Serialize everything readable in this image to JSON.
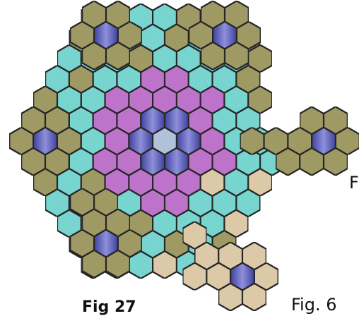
{
  "labels": {
    "fig27": "Fig 27",
    "fig6": "Fig. 6",
    "f_partial": "F"
  },
  "colors": {
    "olive": "#a8a36a",
    "cyan": "#7fe0da",
    "magenta": "#c87ad6",
    "blue": "#6466c4",
    "pale": "#b9cde6",
    "sand": "#e8d4b0",
    "stroke": "#2b2b2b"
  },
  "patterns": [
    {
      "name": "main-rosette",
      "tiles": [
        {
          "q": 0,
          "r": 0,
          "t": "pale"
        },
        {
          "q": 1,
          "r": 0,
          "t": "blue"
        },
        {
          "q": 1,
          "r": -1,
          "t": "blue"
        },
        {
          "q": 0,
          "r": -1,
          "t": "blue"
        },
        {
          "q": -1,
          "r": 0,
          "t": "blue"
        },
        {
          "q": -1,
          "r": 1,
          "t": "blue"
        },
        {
          "q": 0,
          "r": 1,
          "t": "blue"
        },
        {
          "q": 2,
          "r": 0,
          "t": "magenta"
        },
        {
          "q": 2,
          "r": -1,
          "t": "magenta"
        },
        {
          "q": 2,
          "r": -2,
          "t": "magenta"
        },
        {
          "q": 1,
          "r": -2,
          "t": "magenta"
        },
        {
          "q": 0,
          "r": -2,
          "t": "magenta"
        },
        {
          "q": -1,
          "r": -1,
          "t": "magenta"
        },
        {
          "q": -2,
          "r": 0,
          "t": "magenta"
        },
        {
          "q": -2,
          "r": 1,
          "t": "magenta"
        },
        {
          "q": -2,
          "r": 2,
          "t": "magenta"
        },
        {
          "q": -1,
          "r": 2,
          "t": "magenta"
        },
        {
          "q": 0,
          "r": 2,
          "t": "magenta"
        },
        {
          "q": 1,
          "r": 1,
          "t": "magenta"
        },
        {
          "q": 3,
          "r": 0,
          "t": "cyan"
        },
        {
          "q": 3,
          "r": -1,
          "t": "cyan"
        },
        {
          "q": 3,
          "r": -2,
          "t": "magenta"
        },
        {
          "q": 3,
          "r": -3,
          "t": "cyan"
        },
        {
          "q": 2,
          "r": -3,
          "t": "magenta"
        },
        {
          "q": 1,
          "r": -3,
          "t": "magenta"
        },
        {
          "q": 0,
          "r": -3,
          "t": "cyan"
        },
        {
          "q": -1,
          "r": -2,
          "t": "magenta"
        },
        {
          "q": -2,
          "r": -1,
          "t": "magenta"
        },
        {
          "q": -3,
          "r": 0,
          "t": "cyan"
        },
        {
          "q": -3,
          "r": 1,
          "t": "magenta"
        },
        {
          "q": -3,
          "r": 2,
          "t": "magenta"
        },
        {
          "q": -3,
          "r": 3,
          "t": "cyan"
        },
        {
          "q": -2,
          "r": 3,
          "t": "magenta"
        },
        {
          "q": -1,
          "r": 3,
          "t": "magenta"
        },
        {
          "q": 0,
          "r": 3,
          "t": "cyan"
        },
        {
          "q": 1,
          "r": 2,
          "t": "sand"
        },
        {
          "q": 2,
          "r": 1,
          "t": "magenta"
        },
        {
          "q": 4,
          "r": 0,
          "t": "cyan"
        },
        {
          "q": 4,
          "r": -1,
          "t": "cyan"
        },
        {
          "q": 4,
          "r": -2,
          "t": "cyan"
        },
        {
          "q": 4,
          "r": -3,
          "t": "cyan"
        },
        {
          "q": 4,
          "r": -4,
          "t": "cyan"
        },
        {
          "q": 3,
          "r": -4,
          "t": "cyan"
        },
        {
          "q": 2,
          "r": -4,
          "t": "cyan"
        },
        {
          "q": 1,
          "r": -4,
          "t": "olive"
        },
        {
          "q": 0,
          "r": -4,
          "t": "cyan"
        },
        {
          "q": -1,
          "r": -3,
          "t": "cyan"
        },
        {
          "q": -2,
          "r": -2,
          "t": "cyan"
        },
        {
          "q": -3,
          "r": -1,
          "t": "cyan"
        },
        {
          "q": -4,
          "r": 0,
          "t": "cyan"
        },
        {
          "q": -4,
          "r": 1,
          "t": "cyan"
        },
        {
          "q": -4,
          "r": 2,
          "t": "olive"
        },
        {
          "q": -4,
          "r": 3,
          "t": "cyan"
        },
        {
          "q": -4,
          "r": 4,
          "t": "cyan"
        },
        {
          "q": -3,
          "r": 4,
          "t": "olive"
        },
        {
          "q": -2,
          "r": 4,
          "t": "cyan"
        },
        {
          "q": -1,
          "r": 4,
          "t": "cyan"
        },
        {
          "q": 0,
          "r": 4,
          "t": "cyan"
        },
        {
          "q": 1,
          "r": 3,
          "t": "cyan"
        },
        {
          "q": 2,
          "r": 2,
          "t": "cyan"
        },
        {
          "q": 3,
          "r": 1,
          "t": "cyan"
        },
        {
          "q": 5,
          "r": -2,
          "t": "olive"
        },
        {
          "q": 5,
          "r": -3,
          "t": "olive"
        },
        {
          "q": 5,
          "r": -4,
          "t": "cyan"
        },
        {
          "q": 5,
          "r": -5,
          "t": "olive"
        },
        {
          "q": 4,
          "r": -5,
          "t": "cyan"
        },
        {
          "q": 3,
          "r": -5,
          "t": "olive"
        },
        {
          "q": 2,
          "r": -5,
          "t": "cyan"
        },
        {
          "q": 1,
          "r": -5,
          "t": "cyan"
        },
        {
          "q": 0,
          "r": -5,
          "t": "olive"
        },
        {
          "q": -1,
          "r": -4,
          "t": "cyan"
        },
        {
          "q": -2,
          "r": -3,
          "t": "olive"
        },
        {
          "q": -3,
          "r": -2,
          "t": "cyan"
        },
        {
          "q": -4,
          "r": -1,
          "t": "cyan"
        },
        {
          "q": -5,
          "r": 0,
          "t": "olive"
        },
        {
          "q": -5,
          "r": 1,
          "t": "cyan"
        },
        {
          "q": -5,
          "r": 2,
          "t": "cyan"
        },
        {
          "q": -5,
          "r": 3,
          "t": "cyan"
        },
        {
          "q": -5,
          "r": 4,
          "t": "cyan"
        },
        {
          "q": -5,
          "r": 5,
          "t": "olive"
        },
        {
          "q": -4,
          "r": 5,
          "t": "olive"
        },
        {
          "q": -3,
          "r": 5,
          "t": "cyan"
        },
        {
          "q": -2,
          "r": 5,
          "t": "olive"
        },
        {
          "q": -1,
          "r": 5,
          "t": "cyan"
        },
        {
          "q": 0,
          "r": 5,
          "t": "olive"
        },
        {
          "q": 1,
          "r": 4,
          "t": "sand"
        },
        {
          "q": 2,
          "r": 3,
          "t": "cyan"
        },
        {
          "q": 3,
          "r": 2,
          "t": "sand"
        },
        {
          "q": 4,
          "r": 1,
          "t": "cyan"
        },
        {
          "q": 6,
          "r": -6,
          "t": "cyan"
        },
        {
          "q": 6,
          "r": -5,
          "t": "olive"
        },
        {
          "q": 6,
          "r": -4,
          "t": "olive"
        },
        {
          "q": 5,
          "r": -6,
          "t": "cyan"
        },
        {
          "q": 4,
          "r": -6,
          "t": "olive"
        },
        {
          "q": 3,
          "r": -6,
          "t": "cyan"
        },
        {
          "q": 2,
          "r": -6,
          "t": "cyan"
        },
        {
          "q": 1,
          "r": -6,
          "t": "cyan"
        },
        {
          "q": 0,
          "r": -6,
          "t": "cyan"
        },
        {
          "q": -1,
          "r": -5,
          "t": "olive"
        },
        {
          "q": -2,
          "r": -4,
          "t": "cyan"
        },
        {
          "q": -3,
          "r": -3,
          "t": "cyan"
        },
        {
          "q": -4,
          "r": -2,
          "t": "olive"
        },
        {
          "q": -5,
          "r": -1,
          "t": "cyan"
        },
        {
          "q": -6,
          "r": 0,
          "t": "olive"
        },
        {
          "q": -6,
          "r": 1,
          "t": "olive"
        },
        {
          "q": -6,
          "r": 2,
          "t": "olive"
        },
        {
          "q": -6,
          "r": 3,
          "t": "cyan"
        },
        {
          "q": -6,
          "r": 4,
          "t": "cyan"
        },
        {
          "q": -6,
          "r": 5,
          "t": "cyan"
        },
        {
          "q": -6,
          "r": 6,
          "t": "cyan"
        },
        {
          "q": -5,
          "r": 6,
          "t": "cyan"
        },
        {
          "q": -4,
          "r": 6,
          "t": "cyan"
        },
        {
          "q": -3,
          "r": 6,
          "t": "sand"
        },
        {
          "q": -2,
          "r": 6,
          "t": "cyan"
        },
        {
          "q": -1,
          "r": 6,
          "t": "olive"
        },
        {
          "q": 0,
          "r": 6,
          "t": "olive"
        }
      ]
    },
    {
      "name": "top-left-flower",
      "tiles": [
        {
          "q": 0,
          "r": 0,
          "t": "blue"
        },
        {
          "q": 1,
          "r": 0,
          "t": "olive"
        },
        {
          "q": 1,
          "r": -1,
          "t": "olive"
        },
        {
          "q": 0,
          "r": -1,
          "t": "olive"
        },
        {
          "q": -1,
          "r": 0,
          "t": "olive"
        },
        {
          "q": -1,
          "r": 1,
          "t": "olive"
        },
        {
          "q": 0,
          "r": 1,
          "t": "olive"
        }
      ]
    },
    {
      "name": "top-right-flower",
      "tiles": [
        {
          "q": 0,
          "r": 0,
          "t": "blue"
        },
        {
          "q": 1,
          "r": 0,
          "t": "olive"
        },
        {
          "q": 1,
          "r": -1,
          "t": "olive"
        },
        {
          "q": 0,
          "r": -1,
          "t": "olive"
        },
        {
          "q": -1,
          "r": 0,
          "t": "olive"
        },
        {
          "q": -1,
          "r": 1,
          "t": "olive"
        },
        {
          "q": 0,
          "r": 1,
          "t": "olive"
        }
      ]
    },
    {
      "name": "left-flower",
      "tiles": [
        {
          "q": 0,
          "r": 0,
          "t": "blue"
        },
        {
          "q": 1,
          "r": 0,
          "t": "olive"
        },
        {
          "q": 1,
          "r": -1,
          "t": "olive"
        },
        {
          "q": 0,
          "r": -1,
          "t": "olive"
        },
        {
          "q": -1,
          "r": 0,
          "t": "olive"
        },
        {
          "q": -1,
          "r": 1,
          "t": "olive"
        },
        {
          "q": 0,
          "r": 1,
          "t": "olive"
        }
      ]
    },
    {
      "name": "bottom-left-flower",
      "tiles": [
        {
          "q": 0,
          "r": 0,
          "t": "blue"
        },
        {
          "q": 1,
          "r": 0,
          "t": "olive"
        },
        {
          "q": 1,
          "r": -1,
          "t": "olive"
        },
        {
          "q": 0,
          "r": -1,
          "t": "olive"
        },
        {
          "q": -1,
          "r": 0,
          "t": "olive"
        },
        {
          "q": -1,
          "r": 1,
          "t": "olive"
        },
        {
          "q": 0,
          "r": 1,
          "t": "olive"
        },
        {
          "q": 1,
          "r": -2,
          "t": "olive"
        },
        {
          "q": 0,
          "r": -2,
          "t": "olive"
        }
      ]
    },
    {
      "name": "right-flower",
      "tiles": [
        {
          "q": 0,
          "r": 0,
          "t": "blue"
        },
        {
          "q": 1,
          "r": 0,
          "t": "olive"
        },
        {
          "q": 1,
          "r": -1,
          "t": "olive"
        },
        {
          "q": 0,
          "r": -1,
          "t": "olive"
        },
        {
          "q": -1,
          "r": 0,
          "t": "olive"
        },
        {
          "q": -1,
          "r": 1,
          "t": "olive"
        },
        {
          "q": 0,
          "r": 1,
          "t": "olive"
        },
        {
          "q": -2,
          "r": 0,
          "t": "olive"
        },
        {
          "q": -3,
          "r": 0,
          "t": "olive"
        },
        {
          "q": -2,
          "r": 1,
          "t": "olive"
        }
      ]
    },
    {
      "name": "fig6-flower",
      "tiles": [
        {
          "q": 0,
          "r": 0,
          "t": "blue"
        },
        {
          "q": 1,
          "r": 0,
          "t": "sand"
        },
        {
          "q": 1,
          "r": -1,
          "t": "sand"
        },
        {
          "q": 0,
          "r": -1,
          "t": "sand"
        },
        {
          "q": -1,
          "r": 0,
          "t": "sand"
        },
        {
          "q": -1,
          "r": 1,
          "t": "sand"
        },
        {
          "q": 0,
          "r": 1,
          "t": "sand"
        },
        {
          "q": -1,
          "r": -1,
          "t": "sand"
        },
        {
          "q": -1,
          "r": -2,
          "t": "sand"
        },
        {
          "q": -2,
          "r": 0,
          "t": "sand"
        }
      ]
    }
  ]
}
